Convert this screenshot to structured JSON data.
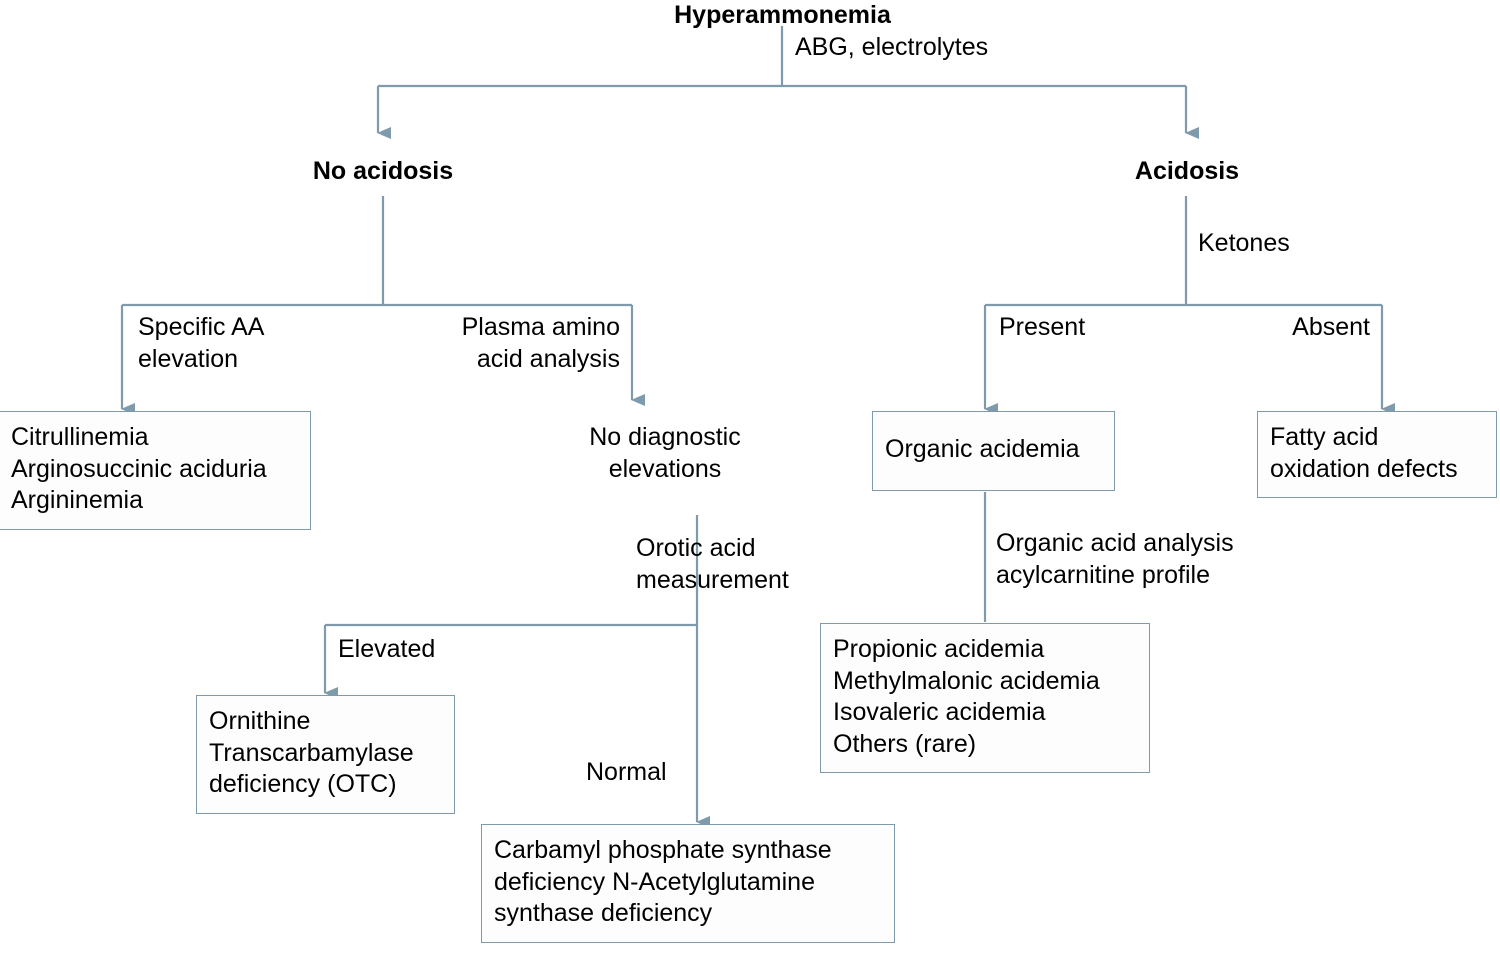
{
  "diagram": {
    "title": "Hyperammonemia diagnostic algorithm",
    "type": "flowchart",
    "line_color": "#7f9aab",
    "text_color": "#000000",
    "background_color": "#ffffff",
    "root": "Hyperammonemia",
    "headings": {
      "root": "Hyperammonemia",
      "left_branch": "No acidosis",
      "right_branch": "Acidosis"
    },
    "edge_labels": {
      "root_test": "ABG, electrolytes",
      "ketones": "Ketones",
      "specific_aa_elevation": "Specific AA\nelevation",
      "plasma_amino_acid_analysis": "Plasma amino\nacid analysis",
      "present": "Present",
      "absent": "Absent",
      "no_diagnostic_elevations": "No diagnostic\nelevations",
      "orotic_acid_measurement": "Orotic acid\nmeasurement",
      "organic_acid_analysis": "Organic acid analysis\nacylcarnitine profile",
      "elevated": "Elevated",
      "normal": "Normal"
    },
    "boxes": {
      "urea_cycle_specific": "Citrullinemia\nArginosuccinic aciduria\nArgininemia",
      "organic_acidemia": "Organic acidemia",
      "fatty_acid_oxidation": "Fatty acid\noxidation defects",
      "otc_deficiency": "Ornithine\nTranscarbamylase\ndeficiency (OTC)",
      "organic_acidemia_list": "Propionic acidemia\nMethylmalonic acidemia\nIsovaleric acidemia\nOthers (rare)",
      "cps_nags_deficiency": "Carbamyl phosphate synthase\ndeficiency N-Acetylglutamine\nsynthase deficiency"
    }
  }
}
